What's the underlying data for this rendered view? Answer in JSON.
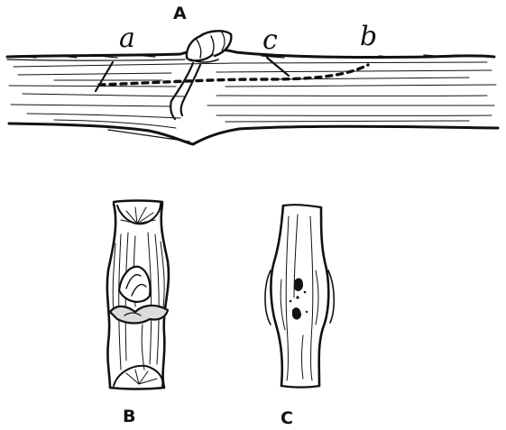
{
  "figure": {
    "labels": {
      "A": "A",
      "a": "a",
      "b": "b",
      "c": "c",
      "B": "B",
      "C": "C"
    }
  }
}
